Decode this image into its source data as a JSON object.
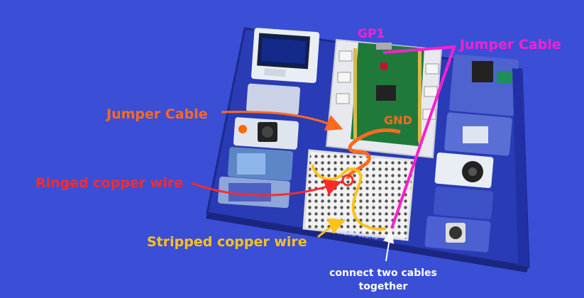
{
  "labels": {
    "gp1": "GP1",
    "jumper_cable_right": "Jumper Cable",
    "jumper_cable_left": "Jumper Cable",
    "gnd": "GND",
    "ringed_copper_wire": "Ringed copper wire",
    "stripped_copper_wire": "Stripped copper wire",
    "connect_note": "connect two cables together",
    "board_text": "Hello World"
  },
  "colors": {
    "background": "#3a4fd6",
    "board": "#2a3bb6",
    "pico": "#1f7a3a",
    "magenta": "#ff1fd0",
    "orange": "#ff6a1f",
    "red": "#ff2a2a",
    "yellow": "#ffc21a",
    "white": "#ffffff"
  }
}
